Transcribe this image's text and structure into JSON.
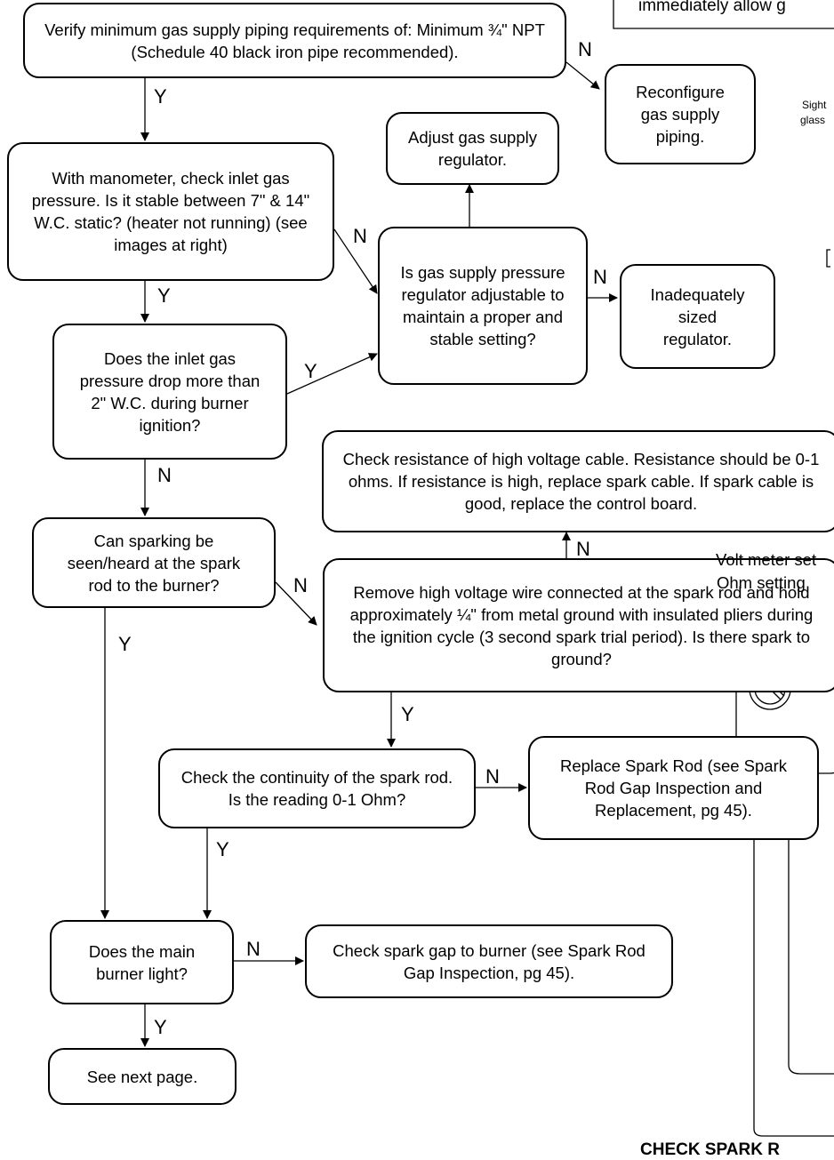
{
  "top_note": "immediately allow g",
  "boxes": {
    "verify_piping": "Verify minimum gas supply piping requirements of: Minimum ¾\" NPT (Schedule 40 black iron pipe recommended).",
    "reconfigure": "Reconfigure gas supply piping.",
    "check_inlet": "With manometer, check inlet gas pressure. Is it stable between 7\" & 14\" W.C. static? (heater not running) (see images at right)",
    "adjust_regulator": "Adjust gas supply regulator.",
    "regulator_adjustable": "Is gas supply pressure regulator adjustable to maintain a proper and stable setting?",
    "inadequate_regulator": "Inadequately sized regulator.",
    "pressure_drop": "Does the inlet gas pressure drop more than 2\" W.C. during burner ignition?",
    "check_resistance": "Check resistance of high voltage cable. Resistance should be 0-1 ohms. If resistance is high, replace spark cable. If spark cable is good, replace the control board.",
    "sparking_seen": "Can sparking be seen/heard at the spark rod to the burner?",
    "remove_wire": "Remove high voltage wire connected at the spark rod and hold approximately ¼\" from metal ground with insulated pliers during the ignition cycle (3 second spark trial period). Is there spark to ground?",
    "check_continuity": "Check the continuity of the spark rod. Is the reading 0-1 Ohm?",
    "replace_rod": "Replace Spark Rod (see Spark Rod Gap Inspection and Replacement, pg 45).",
    "burner_light": "Does the main burner light?",
    "check_gap": "Check spark gap to burner (see Spark Rod Gap Inspection, pg 45).",
    "next_page": "See next page."
  },
  "labels": {
    "n1": "N",
    "y1": "Y",
    "n2": "N",
    "y2": "Y",
    "y3": "Y",
    "n3": "N",
    "n4": "N",
    "n5": "N",
    "y4": "Y",
    "y5": "Y",
    "n6": "N",
    "y6": "Y",
    "n7": "N",
    "y7": "Y"
  },
  "side": {
    "sight_glass_1": "Sight",
    "sight_glass_2": "glass",
    "volt_meter_1": "Volt meter set",
    "volt_meter_2": "Ohm setting",
    "bottom_caption": "CHECK SPARK R"
  }
}
